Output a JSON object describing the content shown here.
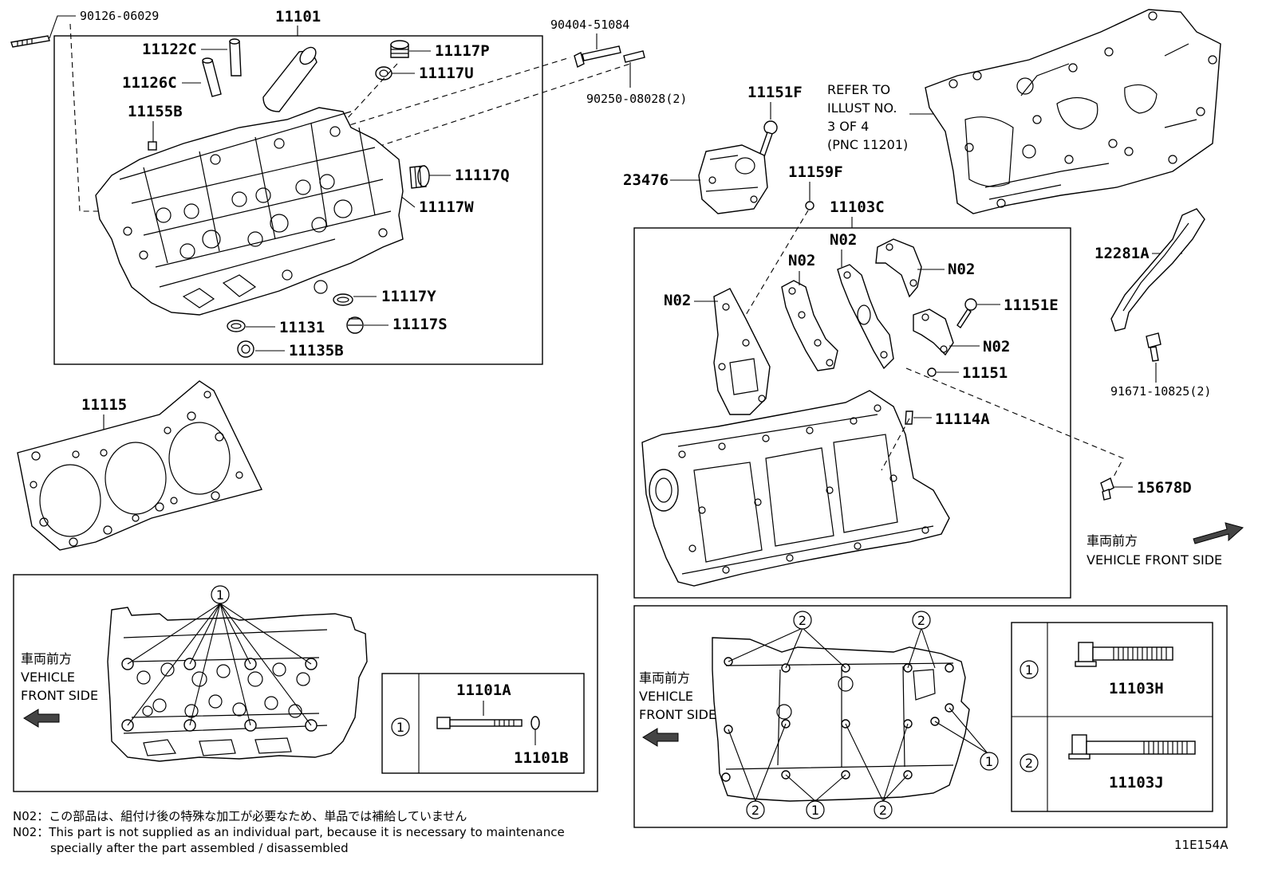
{
  "diagram": {
    "part_numbers": {
      "p90126": "90126-06029",
      "p11101": "11101",
      "p11122C": "11122C",
      "p11126C": "11126C",
      "p11155B": "11155B",
      "p11117P": "11117P",
      "p11117U": "11117U",
      "p11117Q": "11117Q",
      "p11117W": "11117W",
      "p11117Y": "11117Y",
      "p11131": "11131",
      "p11117S": "11117S",
      "p11135B": "11135B",
      "p90404": "90404-51084",
      "p90250": "90250-08028(2)",
      "p11151F": "11151F",
      "p23476": "23476",
      "p11159F": "11159F",
      "p11103C": "11103C",
      "n02_a": "N02",
      "n02_b": "N02",
      "n02_c": "N02",
      "n02_d": "N02",
      "n02_e": "N02",
      "p11151E": "11151E",
      "p11151": "11151",
      "p11114A": "11114A",
      "p12281A": "12281A",
      "p91671": "91671-10825(2)",
      "p15678D": "15678D",
      "p11115": "11115",
      "p11101A": "11101A",
      "p11101B": "11101B",
      "p11103H": "11103H",
      "p11103J": "11103J"
    },
    "refer": {
      "line1": "REFER TO",
      "line2": "ILLUST NO.",
      "line3": "3 OF 4",
      "line4": "(PNC 11201)"
    },
    "vehicle_front": {
      "jp": "車両前方",
      "en_line1": "VEHICLE",
      "en_line2": "FRONT SIDE",
      "en_single": "VEHICLE FRONT SIDE"
    },
    "markers": {
      "one": "1",
      "two": "2"
    },
    "notes": {
      "jp": "N02：この部品は、組付け後の特殊な加工が必要なため、単品では補給していません",
      "en_line1": "N02：This part is not supplied as an individual part, because it is necessary to maintenance",
      "en_line2": "specially after the part assembled / disassembled"
    },
    "figure_id": "11E154A"
  }
}
